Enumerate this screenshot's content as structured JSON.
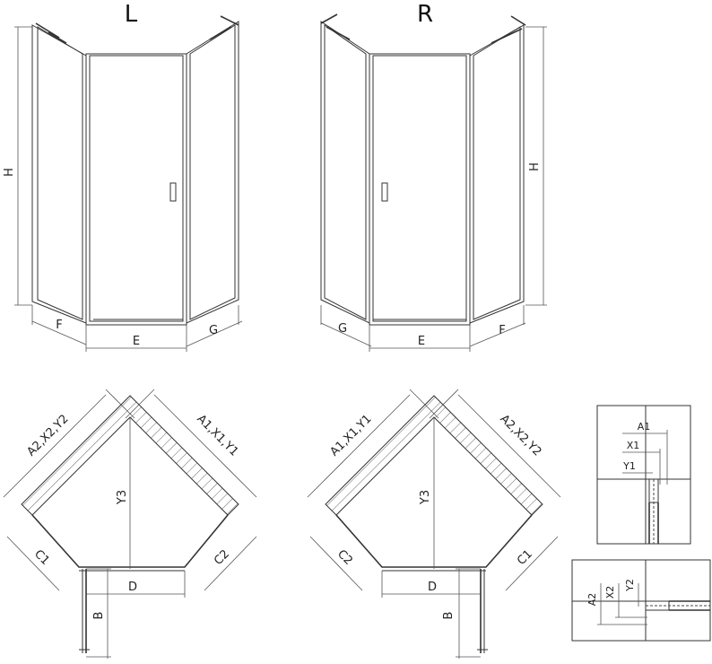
{
  "views": {
    "left_title": "L",
    "right_title": "R"
  },
  "elevation_labels": {
    "left_H": "H",
    "left_F": "F",
    "left_E": "E",
    "left_G": "G",
    "right_H": "H",
    "right_G": "G",
    "right_E": "E",
    "right_F": "F"
  },
  "plan_left": {
    "wall_left": "A2,X2,Y2",
    "wall_right": "A1,X1,Y1",
    "height": "Y3",
    "c_left": "C1",
    "c_right": "C2",
    "d": "D",
    "b": "B"
  },
  "plan_right": {
    "wall_left": "A1,X1,Y1",
    "wall_right": "A2,X2,Y2",
    "height": "Y3",
    "c_left": "C2",
    "c_right": "C1",
    "d": "D",
    "b": "B"
  },
  "detail_top": {
    "a": "A1",
    "x": "X1",
    "y": "Y1"
  },
  "detail_bottom": {
    "a": "A2",
    "x": "X2",
    "y": "Y2"
  }
}
